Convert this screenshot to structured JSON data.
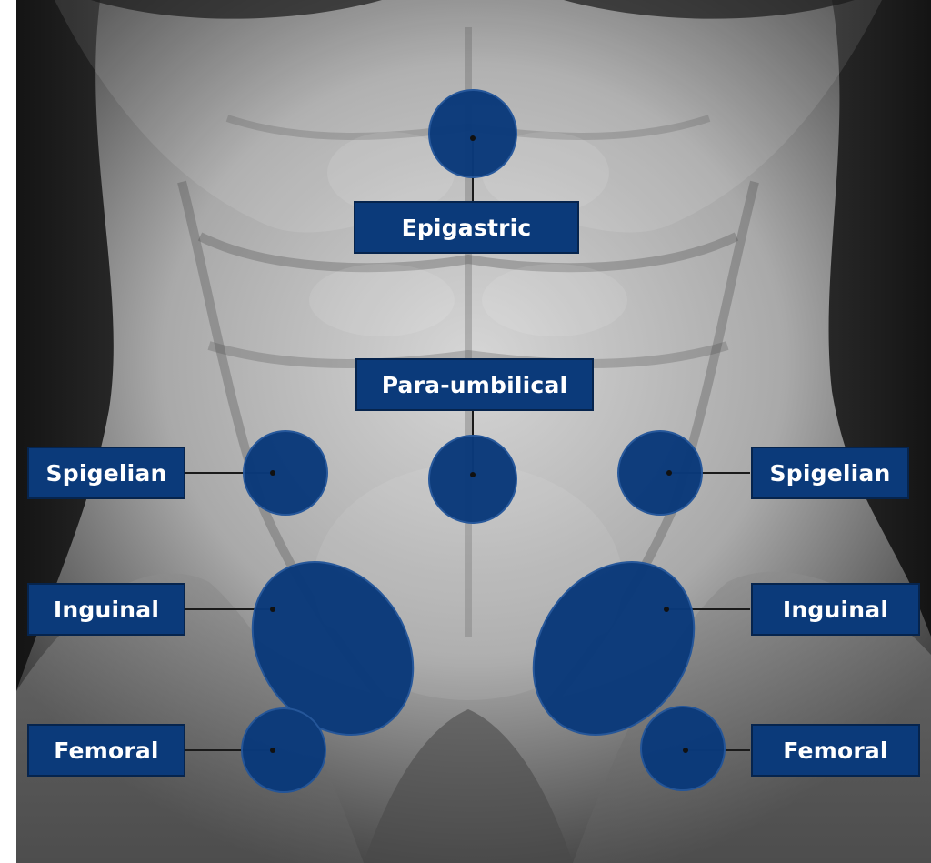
{
  "diagram": {
    "colors": {
      "marker": "#0b3a7a",
      "label_bg": "#0b3a7a",
      "label_text": "#ffffff",
      "leader": "#1a1a1a"
    },
    "image": "monochrome anterior abdomen and groin",
    "labels": {
      "epigastric": "Epigastric",
      "para_umbilical": "Para-umbilical",
      "spigelian_left": "Spigelian",
      "spigelian_right": "Spigelian",
      "inguinal_left": "Inguinal",
      "inguinal_right": "Inguinal",
      "femoral_left": "Femoral",
      "femoral_right": "Femoral"
    }
  }
}
